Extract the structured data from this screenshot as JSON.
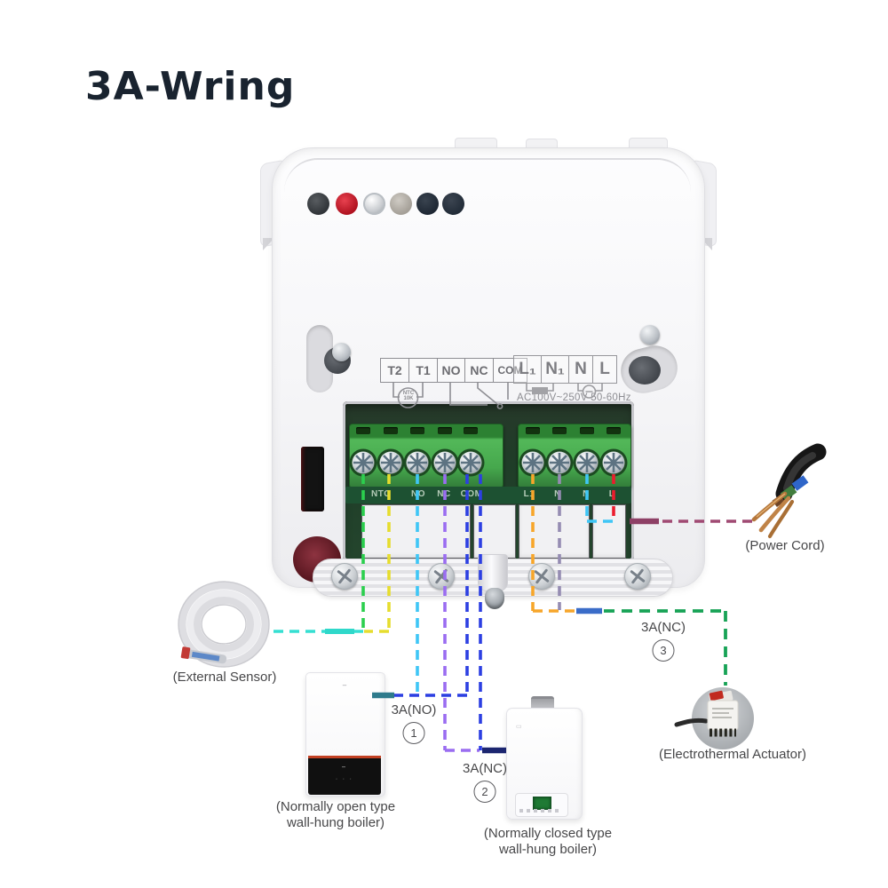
{
  "title": "3A-Wring",
  "device": {
    "terminals_left": [
      "T2",
      "T1",
      "NO",
      "NC",
      "COM"
    ],
    "terminals_right": [
      "L₁",
      "N₁",
      "N",
      "L"
    ],
    "ntc_circle": {
      "line1": "NTC",
      "line2": "10K"
    },
    "power_rating": "AC100V~250V 50-60Hz",
    "pcb_labels_left": [
      "NTC",
      "NO",
      "NC",
      "COM"
    ],
    "pcb_labels_right": [
      "L1",
      "N",
      "N",
      "L"
    ]
  },
  "annotations": {
    "external_sensor": "(External Sensor)",
    "power_cord": "(Power Cord)",
    "circuit1": {
      "label": "3A(NO)",
      "number": "1"
    },
    "circuit2": {
      "label": "3A(NC)",
      "number": "2"
    },
    "circuit3": {
      "label": "3A(NC)",
      "number": "3"
    },
    "electrothermal_actuator": "(Electrothermal Actuator)",
    "boiler_open_line1": "(Normally open type",
    "boiler_open_line2": "wall-hung boiler)",
    "boiler_closed_line1": "(Normally closed type",
    "boiler_closed_line2": "wall-hung boiler)"
  },
  "colors": {
    "title_text": "#19232f",
    "wire_ntc_green": "#2bcf4e",
    "wire_ntc_yellow": "#e6dd2e",
    "wire_no_skyblue": "#3fc6f6",
    "wire_nc_purple": "#9a6df1",
    "wire_com_blue": "#2c3fe2",
    "wire_l1_orange": "#f7a62a",
    "wire_n1_gray": "#958cb2",
    "wire_n_skyblue": "#3fc6f6",
    "wire_l_red": "#ec1c2d",
    "wire_power_maroon": "#a04a73",
    "wire_actuator_green": "#17a356",
    "wire_sensor_teal": "#35dfd2",
    "terminal_block_green": "#46a84d",
    "indicator_hole_red": "#d31f30"
  }
}
